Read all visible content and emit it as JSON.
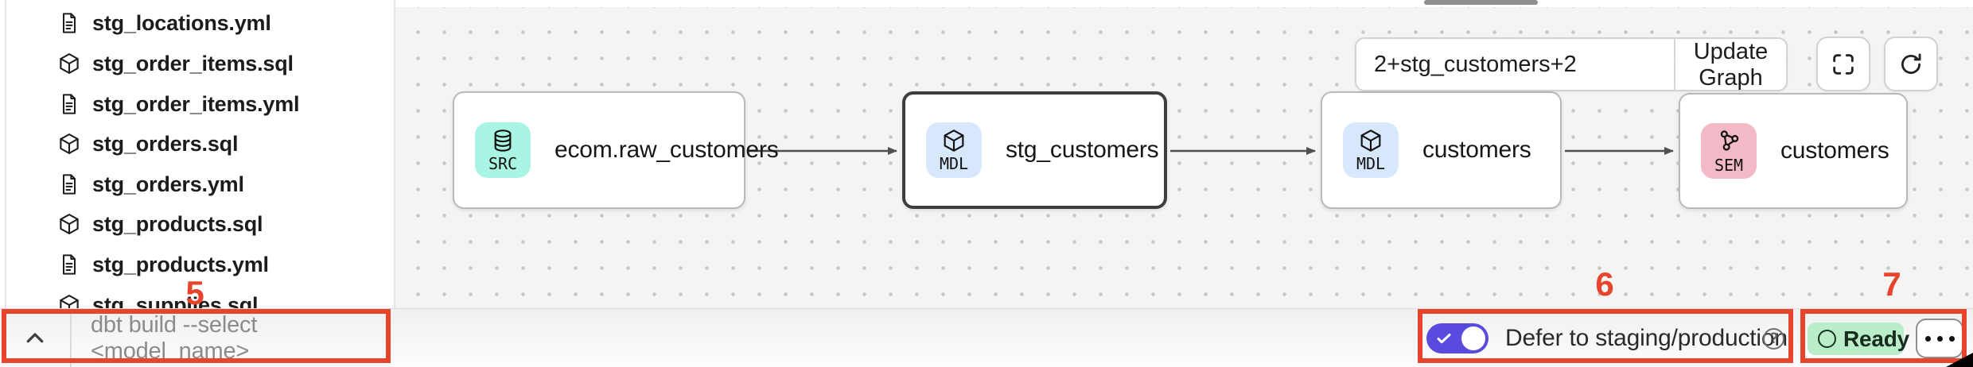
{
  "sidebar": {
    "files": [
      {
        "name": "stg_locations.yml",
        "icon": "file-icon"
      },
      {
        "name": "stg_order_items.sql",
        "icon": "model-icon"
      },
      {
        "name": "stg_order_items.yml",
        "icon": "file-icon"
      },
      {
        "name": "stg_orders.sql",
        "icon": "model-icon"
      },
      {
        "name": "stg_orders.yml",
        "icon": "file-icon"
      },
      {
        "name": "stg_products.sql",
        "icon": "model-icon"
      },
      {
        "name": "stg_products.yml",
        "icon": "file-icon"
      },
      {
        "name": "stg_supplies.sql",
        "icon": "model-icon",
        "clipped": true
      }
    ]
  },
  "lineage": {
    "selector": {
      "value": "2+stg_customers+2",
      "update_button": "Update Graph"
    },
    "nodes": [
      {
        "badge": "SRC",
        "icon": "database-icon",
        "label": "ecom.raw_customers",
        "badge_color": "#a9f4e3",
        "selected": false
      },
      {
        "badge": "MDL",
        "icon": "cube-icon",
        "label": "stg_customers",
        "badge_color": "#d7e7fc",
        "selected": true
      },
      {
        "badge": "MDL",
        "icon": "cube-icon",
        "label": "customers",
        "badge_color": "#d7e7fc",
        "selected": false
      },
      {
        "badge": "SEM",
        "icon": "semantic-icon",
        "label": "customers",
        "badge_color": "#f3b9c6",
        "selected": false
      }
    ],
    "edges": [
      {
        "from": 0,
        "to": 1
      },
      {
        "from": 1,
        "to": 2
      },
      {
        "from": 2,
        "to": 3
      }
    ],
    "icons": [
      "fullscreen-icon",
      "refresh-icon"
    ]
  },
  "command_bar": {
    "placeholder": "dbt build --select <model_name>",
    "collapse_icon": "chevron-up-icon",
    "defer_toggle": {
      "label": "Defer to staging/production",
      "enabled": true,
      "color": "#5a4bdf",
      "help_glyph": "?"
    },
    "status": {
      "label": "Ready",
      "bg_color": "#b9eec9"
    },
    "menu_icon": "ellipsis-icon"
  },
  "annotations": {
    "color": "#e8432c",
    "items": [
      {
        "number": "5"
      },
      {
        "number": "6"
      },
      {
        "number": "7"
      }
    ]
  }
}
